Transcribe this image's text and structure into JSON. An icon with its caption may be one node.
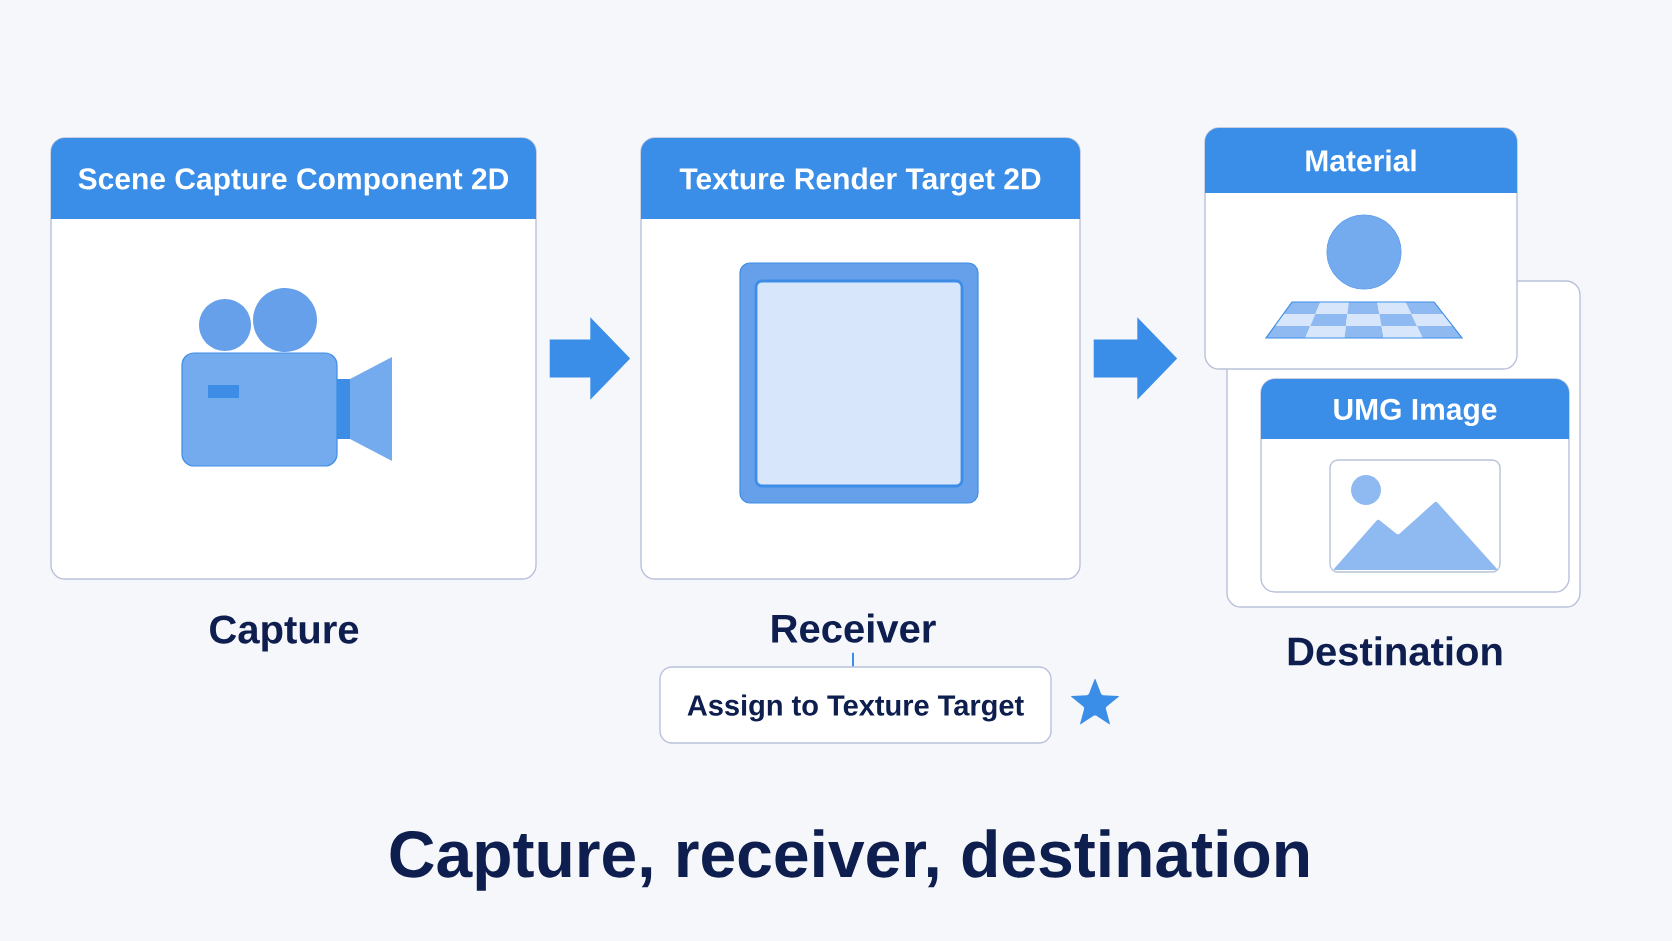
{
  "diagram": {
    "title": "Capture, receiver, destination",
    "nodes": [
      {
        "text": [
          "Scene Capture Component 2D"
        ],
        "beside": [
          "Capture"
        ]
      },
      {
        "text": [
          "Texture Render Target 2D"
        ]
      },
      {
        "text": [
          "Material"
        ]
      },
      {
        "text": [],
        "shape": "box",
        "beside": [
          "Destination"
        ]
      },
      {
        "text": [
          "UMG Image"
        ],
        "in": 3
      },
      {
        "text": [
          "Receiver"
        ]
      },
      {
        "text": [
          "Assign to Texture Target"
        ]
      }
    ],
    "edges": [
      {
        "from": 0,
        "to": 1,
        "arrow": "to"
      },
      {
        "from": 1,
        "to": 2,
        "arrow": "to"
      },
      {
        "from": 5,
        "to": 6,
        "arrow": "none"
      }
    ]
  }
}
